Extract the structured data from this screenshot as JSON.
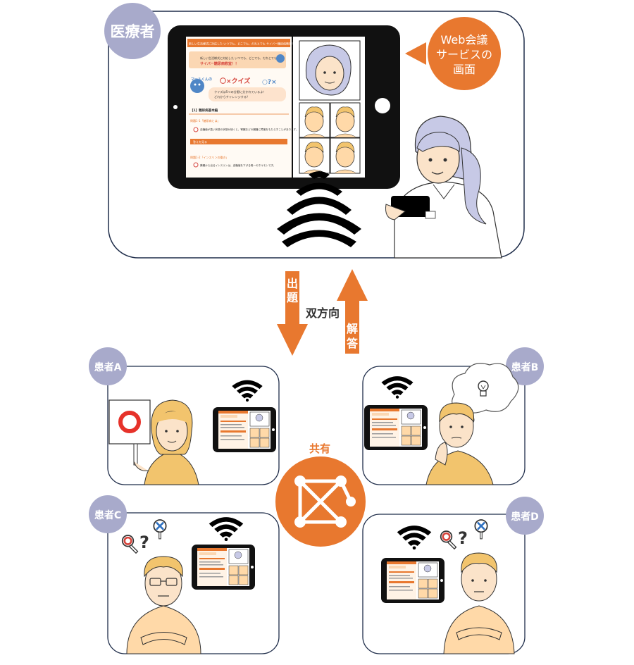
{
  "provider": {
    "label": "医療者"
  },
  "callout": {
    "line1": "Web会議",
    "line2": "サービスの",
    "line3": "画面"
  },
  "arrows": {
    "down": "出題",
    "center": "双方向",
    "up": "解答"
  },
  "share": {
    "label": "共有"
  },
  "quiz_screen": {
    "banner": "新しい生活様式に対応した いつでも、どこでも、だれとでも サイバー糖尿病教室！！",
    "subtitle": "新しい生活様式に対応した いつでも、どこでも、だれとでも",
    "headline": "サイバー糖尿病教室！！",
    "mascot_name": "マールくんの",
    "quiz_title": "〇×クイズ",
    "bubble_line1": "クイズは5つの分野に分かれているよ！",
    "bubble_line2": "どれからチャレンジする？",
    "section": "【1】糖尿病基本編",
    "q1_head": "問題1-1「糖尿病とは」",
    "q1_text": "血糖値が高い状態の状態が続くと、腎臓などの臓器に障害をもたらすことがあります。",
    "answer_bar": "答えを見る",
    "q2_head": "問題1-2「インスリンの働き」",
    "q2_text": "膵臓から出るインスリンは、血糖値を下げる唯一のホルモンです。"
  },
  "patients": [
    {
      "label": "患者A"
    },
    {
      "label": "患者B"
    },
    {
      "label": "患者C"
    },
    {
      "label": "患者D"
    }
  ],
  "colors": {
    "orange": "#e8782f",
    "label_circle": "#a8aacb",
    "frame": "#1f2d4a",
    "skin": "#fbe3c9",
    "hair": "#f2c46d"
  }
}
